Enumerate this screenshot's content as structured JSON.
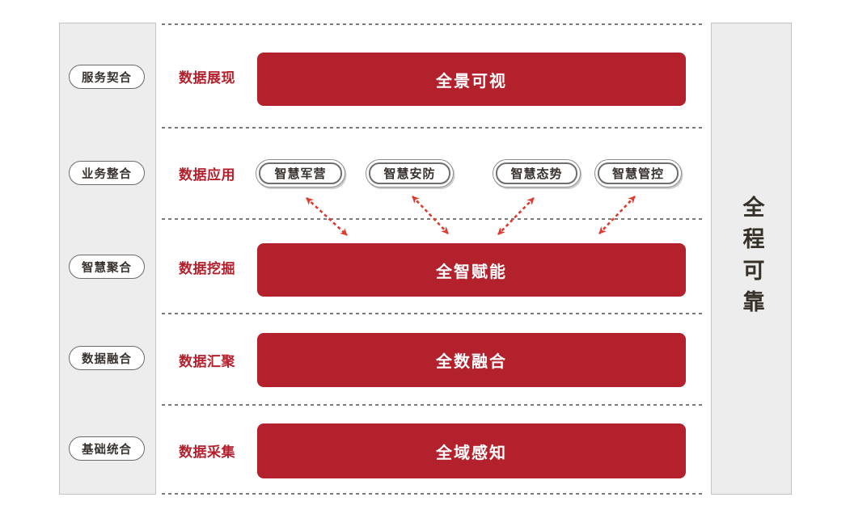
{
  "palette": {
    "bar_red": "#b2212c",
    "label_red": "#b51f2b",
    "arrow_red": "#e03a2e",
    "rail_bg": "#ededed",
    "rail_border": "#c3c3c3",
    "pill_border": "#6b6b6b",
    "pill_text": "#38322e",
    "dot_gray": "#7a7a7a",
    "vertical_text": "#353028"
  },
  "rows": [
    {
      "stage": "服务契合",
      "label": "数据展现",
      "bar": "全景可视"
    },
    {
      "stage": "业务整合",
      "label": "数据应用",
      "pills": [
        "智慧军营",
        "智慧安防",
        "智慧态势",
        "智慧管控"
      ]
    },
    {
      "stage": "智慧聚合",
      "label": "数据挖掘",
      "bar": "全智赋能"
    },
    {
      "stage": "数据融合",
      "label": "数据汇聚",
      "bar": "全数融合"
    },
    {
      "stage": "基础统合",
      "label": "数据采集",
      "bar": "全域感知"
    }
  ],
  "right_rail": {
    "label": "全程可靠"
  }
}
